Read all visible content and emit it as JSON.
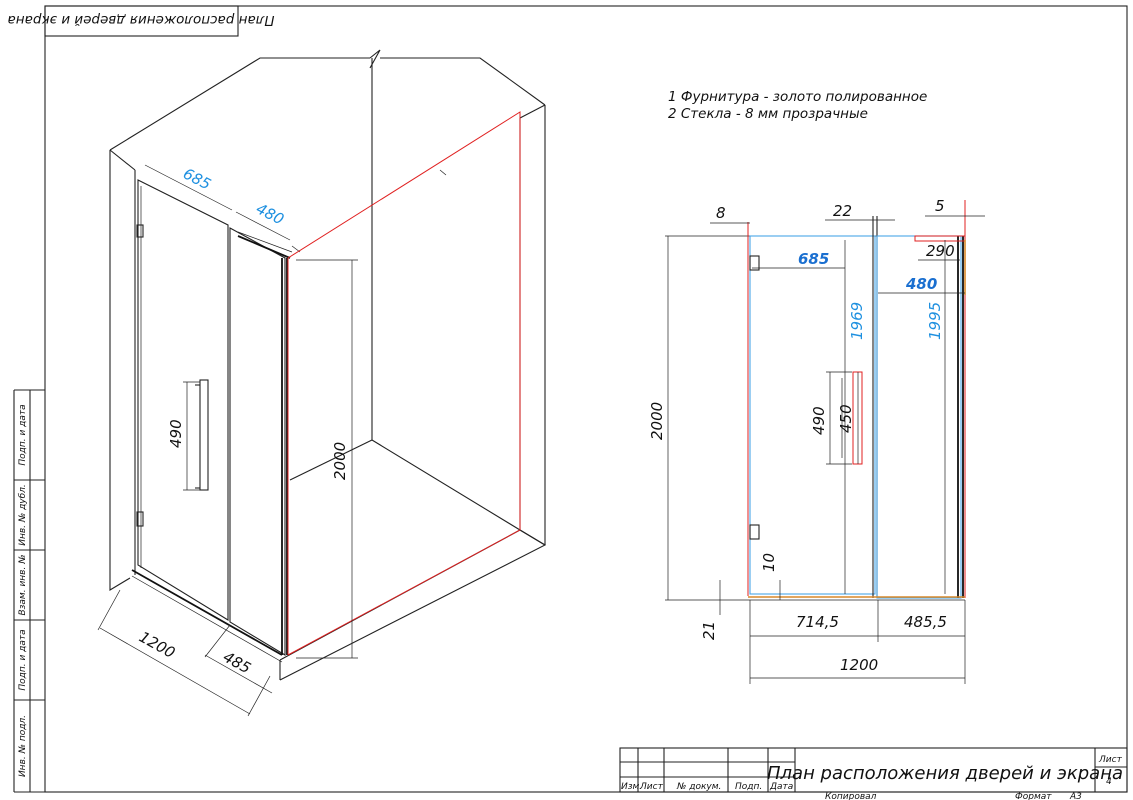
{
  "sheet": {
    "top_stamp": "План расположения дверей и экрана",
    "title": "План расположения дверей и экрана",
    "sheet_label": "Лист",
    "sheet_number": "4",
    "copied": "Копировал",
    "format_label": "Формат",
    "format_value": "А3",
    "title_block_cols": [
      "Изм.",
      "Лист",
      "№ докум.",
      "Подп.",
      "Дата"
    ],
    "side_labels": [
      "Подп. и дата",
      "Инв. № дубл.",
      "Взам. инв. №",
      "Подп. и дата",
      "Инв. № подл."
    ]
  },
  "notes": [
    "1  Фурнитура - золото полированное",
    "2  Стекла - 8 мм прозрачные"
  ],
  "iso_view": {
    "dims": {
      "door_width": "685",
      "panel_width": "480",
      "handle": "490",
      "height": "2000",
      "total_width": "1200",
      "bottom_panel": "485"
    }
  },
  "front_view": {
    "dims": {
      "left_gap": "8",
      "gap_mid": "22",
      "gap_right": "5",
      "top_right": "290",
      "door": "685",
      "panel": "480",
      "door_height": "1969",
      "panel_height": "1995",
      "total_height": "2000",
      "handle_outer": "490",
      "handle_inner": "450",
      "bottom_clear": "10",
      "floor_offset": "21",
      "left_width": "714,5",
      "right_width": "485,5",
      "total_width": "1200"
    }
  }
}
